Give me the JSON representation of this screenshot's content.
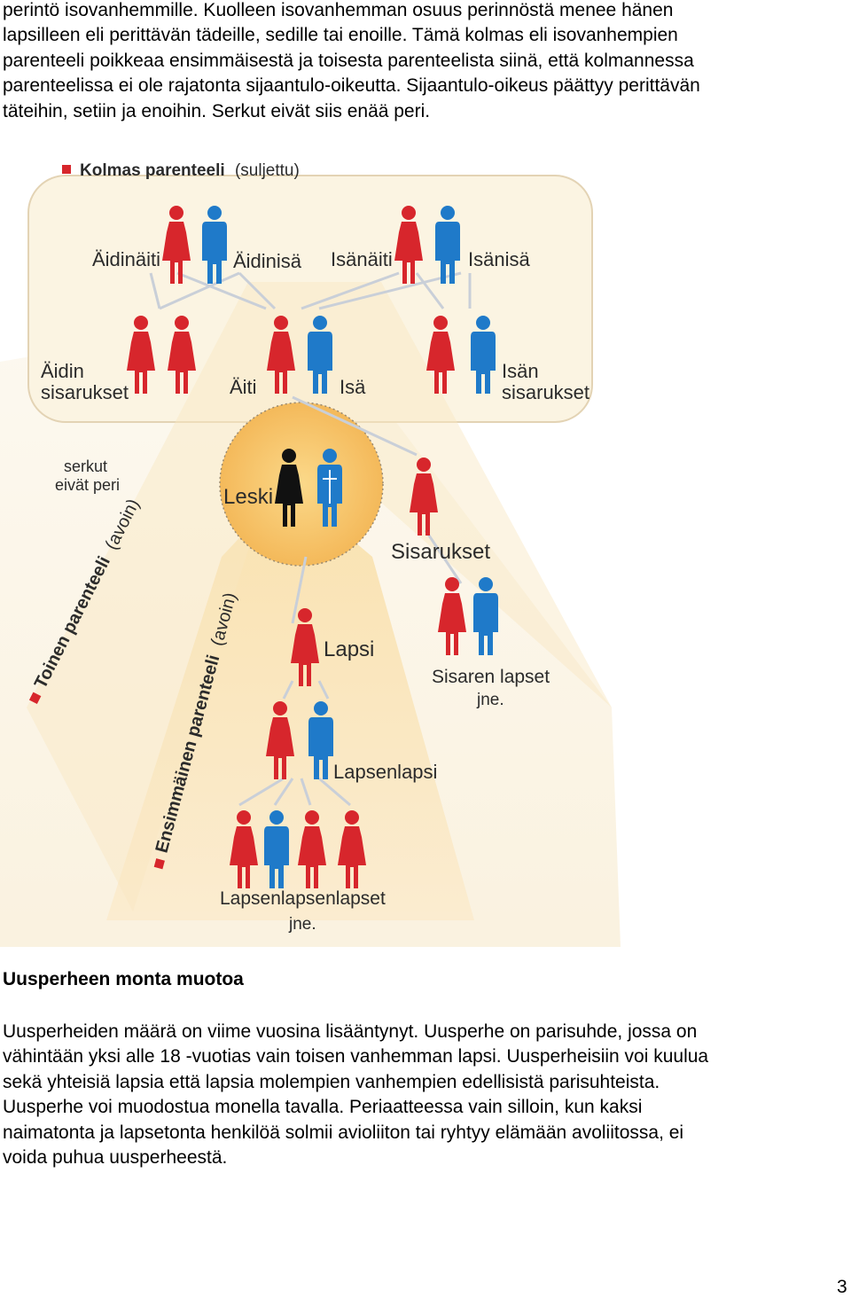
{
  "intro_lines": [
    "perintö isovanhemmille. Kuolleen isovanhemman osuus perinnöstä menee hänen",
    "lapsilleen eli perittävän tädeille, sedille tai enoille. Tämä kolmas eli isovanhempien",
    "parenteeli poikkeaa ensimmäisestä ja toisesta parenteelista siinä, että kolmannessa",
    "parenteelissa ei ole rajatonta sijaantulo-oikeutta. Sijaantulo-oikeus päättyy perittävän",
    "täteihin, setiin ja enoihin. Serkut eivät siis enää peri."
  ],
  "diagram": {
    "third_parentela": "Kolmas parenteeli",
    "third_parentela_note": "(suljettu)",
    "labels": {
      "grandmother_maternal": "Äidinäiti",
      "grandfather_maternal": "Äidinisä",
      "grandmother_paternal": "Isänäiti",
      "grandfather_paternal": "Isänisä",
      "mother_siblings_1": "Äidin",
      "mother_siblings_2": "sisarukset",
      "mother": "Äiti",
      "father": "Isä",
      "father_siblings_1": "Isän",
      "father_siblings_2": "sisarukset",
      "cousins_1": "serkut",
      "cousins_2": "eivät peri",
      "widow": "Leski",
      "siblings": "Sisarukset",
      "child": "Lapsi",
      "sibling_children": "Sisaren lapset",
      "sibling_children_etc": "jne.",
      "grandchild": "Lapsenlapsi",
      "great_grandchildren": "Lapsenlapsenlapset",
      "great_grandchildren_etc": "jne."
    },
    "second_parentela": "Toinen parenteeli",
    "second_parentela_note": "(avoin)",
    "first_parentela": "Ensimmäinen parenteeli",
    "first_parentela_note": "(avoin)",
    "colors": {
      "female": "#d7262c",
      "male": "#1f7ac9",
      "widow": "#111111",
      "accent": "#d7262c"
    }
  },
  "heading": "Uusperheen monta muotoa",
  "body_lines": [
    "Uusperheiden määrä on viime vuosina lisääntynyt. Uusperhe on parisuhde, jossa on",
    "vähintään yksi alle 18 -vuotias vain toisen vanhemman lapsi. Uusperheisiin voi kuulua",
    "sekä yhteisiä lapsia että lapsia molempien vanhempien edellisistä parisuhteista.",
    "Uusperhe voi muodostua monella tavalla. Periaatteessa vain silloin, kun kaksi",
    "naimatonta ja lapsetonta henkilöä solmii avioliiton tai ryhtyy elämään avoliitossa, ei",
    "voida puhua uusperheestä."
  ],
  "page_number": "3"
}
